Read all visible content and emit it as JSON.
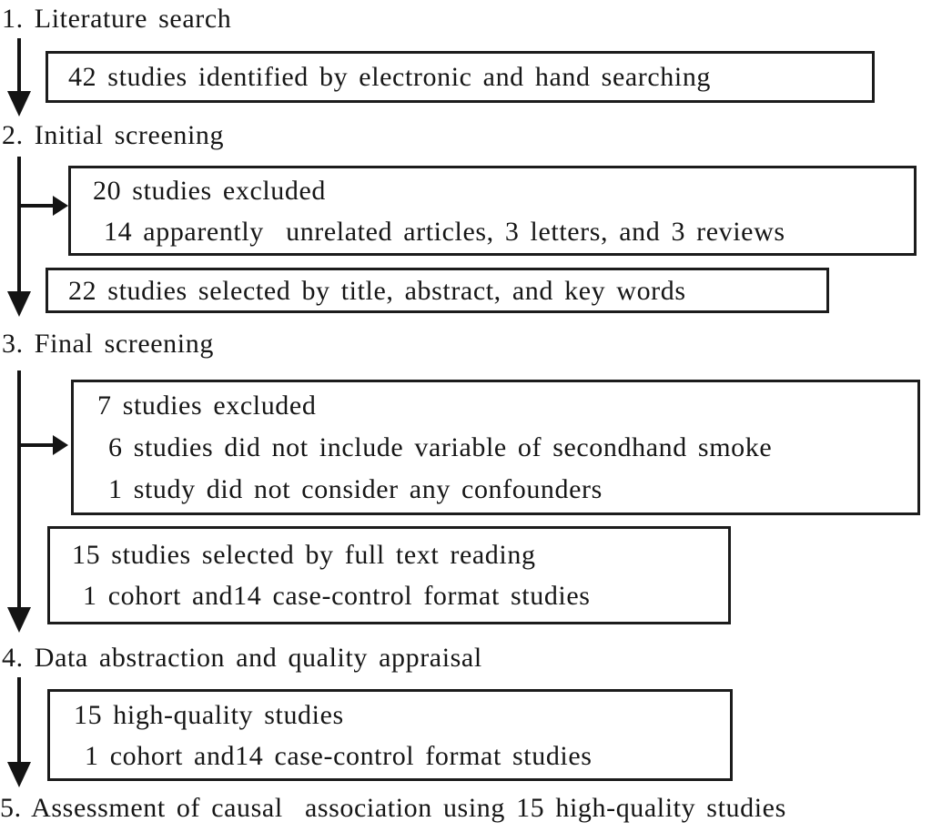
{
  "diagram": {
    "steps": [
      {
        "label": "1. Literature search"
      },
      {
        "label": "2. Initial screening"
      },
      {
        "label": "3. Final screening"
      },
      {
        "label": "4. Data abstraction and quality appraisal"
      },
      {
        "label": "5. Assessment of causal  association using 15 high-quality studies"
      }
    ],
    "boxes": [
      {
        "lines": [
          "42 studies identified by electronic and hand searching"
        ]
      },
      {
        "lines": [
          "20 studies excluded",
          "14 apparently  unrelated articles, 3 letters, and 3 reviews"
        ]
      },
      {
        "lines": [
          "22 studies selected by title, abstract, and key words"
        ]
      },
      {
        "lines": [
          "7 studies excluded",
          "6 studies did not include variable of secondhand smoke",
          "1 study did not consider any confounders"
        ]
      },
      {
        "lines": [
          "15 studies selected by full text reading",
          "1 cohort and14 case-control format studies"
        ]
      },
      {
        "lines": [
          "15 high-quality studies",
          "1 cohort and14 case-control format studies"
        ]
      }
    ],
    "colors": {
      "text": "#161616",
      "border": "#1c1c1c",
      "background": "#ffffff"
    }
  }
}
